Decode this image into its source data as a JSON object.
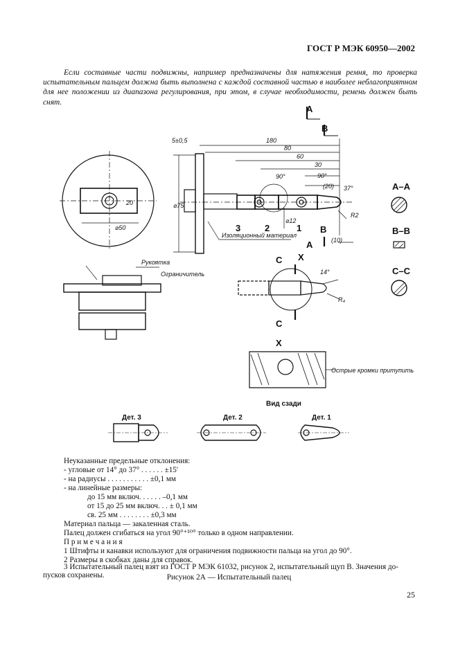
{
  "header": {
    "doc_id": "ГОСТ Р МЭК 60950—2002"
  },
  "intro": {
    "text": "Если составные части подвижны, например предназначены для натяжения ремня, то проверка испытательным пальцем должна быть выполнена с каждой составной частью в наиболее неблагоприятном для нее положении из диапазона регулирования, при этом, в случае необходимости, ремень должен быть снят."
  },
  "drawing": {
    "dim_5": "5±0,5",
    "dim_180": "180",
    "dim_80": "80",
    "dim_60": "60",
    "dim_30": "30",
    "dim_20_paren": "(20)",
    "angle_90a": "90°",
    "angle_90b": "90°",
    "angle_37": "37°",
    "dim_20": "20",
    "dim_50": "⌀50",
    "dim_75": "⌀75",
    "dim_12": "⌀12",
    "dim_r2": "R2",
    "dim_10": "(10)",
    "part_3": "3",
    "part_2": "2",
    "part_1": "1",
    "insulating": "Изоляционный материал",
    "handle": "Рукоятка",
    "limiter": "Ограничитель",
    "sec_a": "А",
    "sec_b": "В",
    "sec_c": "С",
    "sec_x": "Х",
    "label_aa": "А–А",
    "label_bb": "В–В",
    "label_cc": "С–С",
    "angle_14": "14°",
    "radius_r": "R₄",
    "detail_x": "Х",
    "rounded_edges": "Острые кромки притупить",
    "rear_view": "Вид сзади",
    "det3": "Дет. 3",
    "det2": "Дет. 2",
    "det1": "Дет. 1"
  },
  "notes": {
    "l1": "Неуказанные предельные отклонения:",
    "l2": "- угловые от 14° до 37° . . . . . . ±15'",
    "l3": "- на радиусы . . . . . . . . . . . ±0,1 мм",
    "l4": "- на линейные размеры:",
    "l5": "до 15 мм включ. . . . . . –0,1 мм",
    "l6": "от 15 до 25 мм включ. . . ± 0,1 мм",
    "l7": "св. 25 мм . . . . . . . . ±0,3 мм",
    "l8": "Материал пальца — закаленная сталь.",
    "l9": "Палец должен сгибаться на угол 90°⁺¹⁰° только в одном направлении.",
    "l10": "П р и м е ч а н и я",
    "l11": "1 Штифты и канавки используют для ограничения подвижности пальца на угол до 90°.",
    "l12": "2 Размеры в скобках даны для справок.",
    "l13": "3 Испытательный палец взят из ГОСТ Р МЭК 61032, рисунок 2, испытательный щуп В. Значения до-",
    "l14": "пусков сохранены."
  },
  "caption": "Рисунок 2А — Испытательный палец",
  "page_number": "25"
}
